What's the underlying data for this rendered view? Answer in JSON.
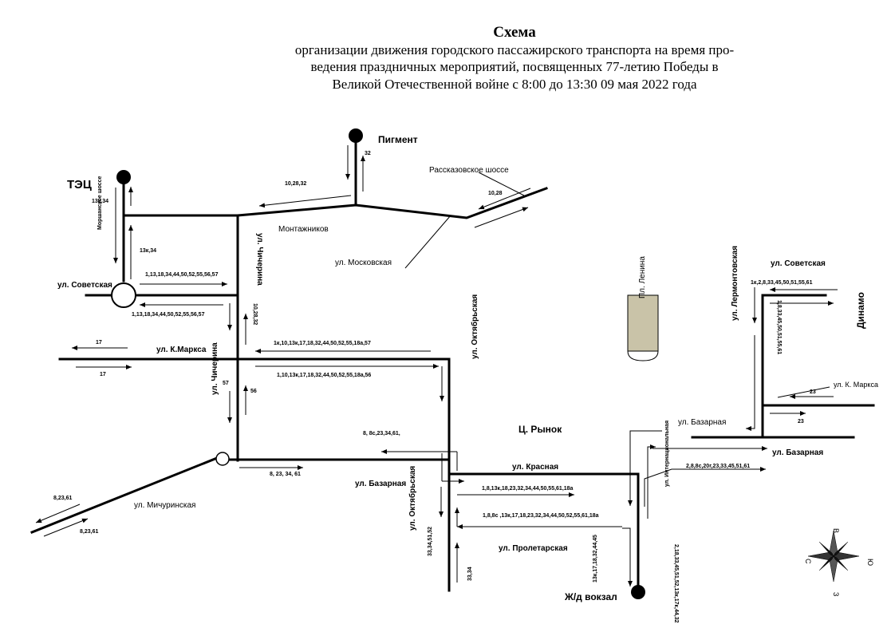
{
  "title": {
    "main": "Схема",
    "line1": "организации движения городского пассажирского транспорта на время про-",
    "line2": "ведения  праздничных  мероприятий, посвященных 77-летию Победы в",
    "line3": "Великой Отечественной войне с 8:00 до 13:30  09 мая 2022 года"
  },
  "places": {
    "pigment": "Пигмент",
    "tec": "ТЭЦ",
    "dinamo": "Динамо",
    "rynok": "Ц. Рынок",
    "vokzal": "Ж/д вокзал",
    "pl_lenina": "Пл. Ленина"
  },
  "streets": {
    "rasskazovskoe": "Рассказовское шоссе",
    "montazhnikov": "Монтажников",
    "moskovskaya": "ул. Московская",
    "morshanskoe": "Моршанское шоссе",
    "sovetskaya_left": "ул. Советская",
    "sovetskaya_right": "ул. Советская",
    "k_marksa_left": "ул. К.Маркса",
    "k_marksa_right": "ул. К. Маркса",
    "chicherina_top": "ул. Чичерина",
    "chicherina_mid": "ул. Чичерина",
    "oktyabrskaya_top": "ул. Октябрьская",
    "oktyabrskaya_bottom": "ул. Октябрьская",
    "lermontovskaya": "ул. Лермонтовская",
    "bazarnaya_left": "ул. Базарная",
    "bazarnaya_right1": "ул. Базарная",
    "bazarnaya_right2": "ул. Базарная",
    "internatsionalnaya": "ул. Интернациональная",
    "krasnaya": "ул. Красная",
    "michurinskaya": "ул. Мичуринская",
    "proletarskaya": "ул. Пролетарская"
  },
  "routes": {
    "r_32": "32",
    "r_10_28_32_top": "10,28,32",
    "r_10_28": "10,28",
    "r_13k34_top": "13к,34",
    "r_13k34_mid": "13к,34",
    "r_sov_top": "1,13,18,34,44,50,52,55,56,57",
    "r_sov_bot": "1,13,18,34,44,50,52,55,56,57",
    "r_10_28_32_vert": "10,28,32",
    "r_17_left": "17",
    "r_17_right": "17",
    "r_km_top": "1к,10,13к,17,18,32,44,50,52,55,18а,57",
    "r_km_bot": "1,10,13к,17,18,32,44,50,52,55,18а,56",
    "r_57": "57",
    "r_56": "56",
    "r_8_8c": "8, 8с,23,34,61,",
    "r_8_23_34_61": "8, 23, 34, 61",
    "r_8_23_61_top": "8,23,61",
    "r_8_23_61_bot": "8,23,61",
    "r_kras_top": "1,8,13к,18,23,32,34,44,50,55,61,18а",
    "r_kras_bot": "1,8,8с ,13к,17,18,23,32,34,44,50,52,55,61,18а",
    "r_33_34_51_52": "33,34,51,52",
    "r_33_34": "33,34",
    "r_vokzal_left": "13к,17,18,32,44,45",
    "r_vokzal_right": "2,18,33,45,51,52,13к,17к,44,32",
    "r_baz_right": "2,8,8с,20г,23,33,45,51,61",
    "r_sov_right": "1к,2,8,33,45,50,51,55,61",
    "r_sov_right_vert": "1,8,33,45,50,51,55,61",
    "r_23_top": "23",
    "r_23_bot": "23"
  },
  "compass": {
    "n": "С",
    "e": "В",
    "s": "Ю",
    "w": "З"
  }
}
